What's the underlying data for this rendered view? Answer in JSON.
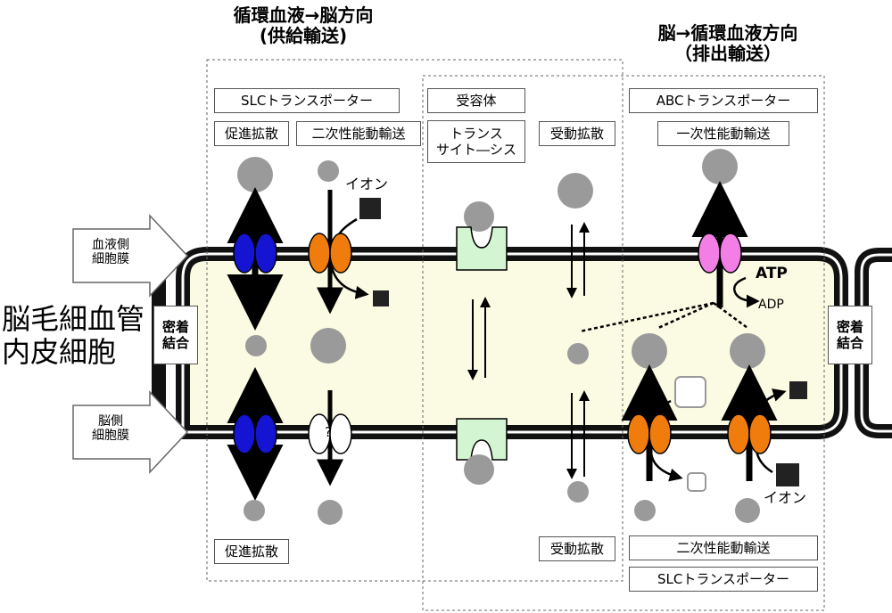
{
  "titles": {
    "influx": [
      "循環血液→脳方向",
      "(供給輸送)"
    ],
    "efflux": [
      "脳→循環血液方向",
      "（排出輸送）"
    ]
  },
  "left_label": [
    "脳毛細血管",
    "内皮細胞"
  ],
  "membranes": {
    "blood_side": [
      "血液側",
      "細胞膜"
    ],
    "brain_side": [
      "脳側",
      "細胞膜"
    ]
  },
  "tight_junction": [
    "密着",
    "結合"
  ],
  "labels": {
    "slc_top": "SLCトランスポーター",
    "facilitated_top": "促進拡散",
    "secondary_top": "二次性能動輸送",
    "receptor": "受容体",
    "transcytosis": [
      "トランス",
      "サイト―シス"
    ],
    "passive_top": "受動拡散",
    "abc": "ABCトランスポーター",
    "primary": "一次性能動輸送",
    "ion_top": "イオン",
    "atp": "ATP",
    "adp": "ADP",
    "question": "?",
    "facilitated_bottom": "促進拡散",
    "passive_bottom": "受動拡散",
    "secondary_bottom": "二次性能動輸送",
    "slc_bottom": "SLCトランスポーター",
    "ion_bottom": "イオン"
  },
  "colors": {
    "cell": "#fbfbe3",
    "membrane": "#111111",
    "slc_facilitated": "#1414d2",
    "slc_secondary": "#f07c0e",
    "abc": "#f27ee6",
    "receptor": "#d3f5d2",
    "solute": "#9a9a9a",
    "ion": "#222222"
  }
}
